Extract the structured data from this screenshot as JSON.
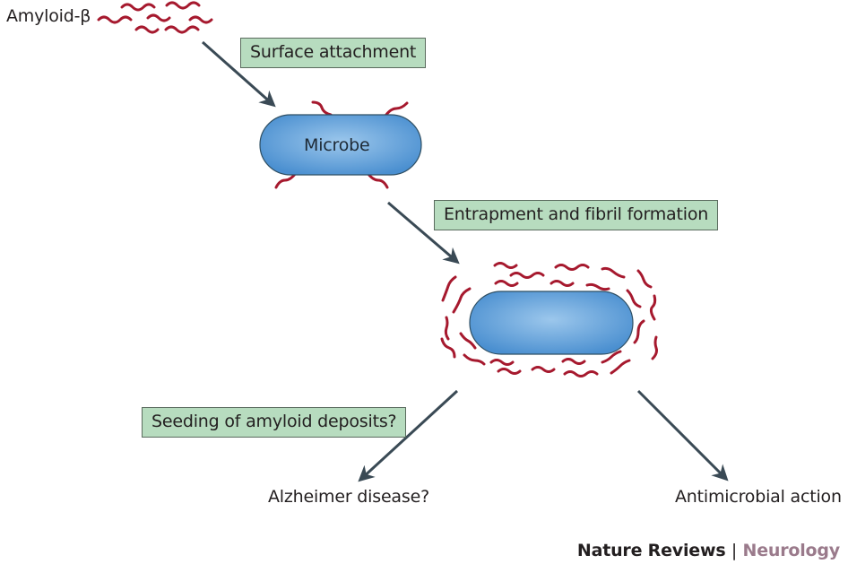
{
  "diagram": {
    "title": "Amyloid-β interaction with microbes",
    "colors": {
      "amyloid_fibril": "#a6192e",
      "microbe_fill_center": "#8fbde6",
      "microbe_fill_edge": "#4a8fd0",
      "microbe_outline": "#2f4f63",
      "arrow": "#3a4a55",
      "step_box_fill": "#b7dcbf",
      "step_box_border": "#5a6b5e",
      "footer_section": "#9a7a8b"
    },
    "nodes": {
      "amyloid": {
        "label": "Amyloid-β"
      },
      "microbe": {
        "label": "Microbe"
      },
      "entrapped_microbe": {
        "label": ""
      },
      "outcome_left": {
        "label": "Alzheimer disease?"
      },
      "outcome_right": {
        "label": "Antimicrobial action"
      }
    },
    "steps": [
      {
        "id": "surface-attachment",
        "label": "Surface attachment",
        "from": "amyloid",
        "to": "microbe"
      },
      {
        "id": "entrapment",
        "label": "Entrapment and fibril formation",
        "from": "microbe",
        "to": "entrapped_microbe"
      },
      {
        "id": "seeding",
        "label": "Seeding of amyloid deposits?",
        "from": "entrapped_microbe",
        "to": "outcome_left"
      },
      {
        "id": "antimicrobial",
        "label": "",
        "from": "entrapped_microbe",
        "to": "outcome_right"
      }
    ]
  },
  "footer": {
    "journal": "Nature Reviews",
    "separator": "|",
    "section": "Neurology"
  }
}
